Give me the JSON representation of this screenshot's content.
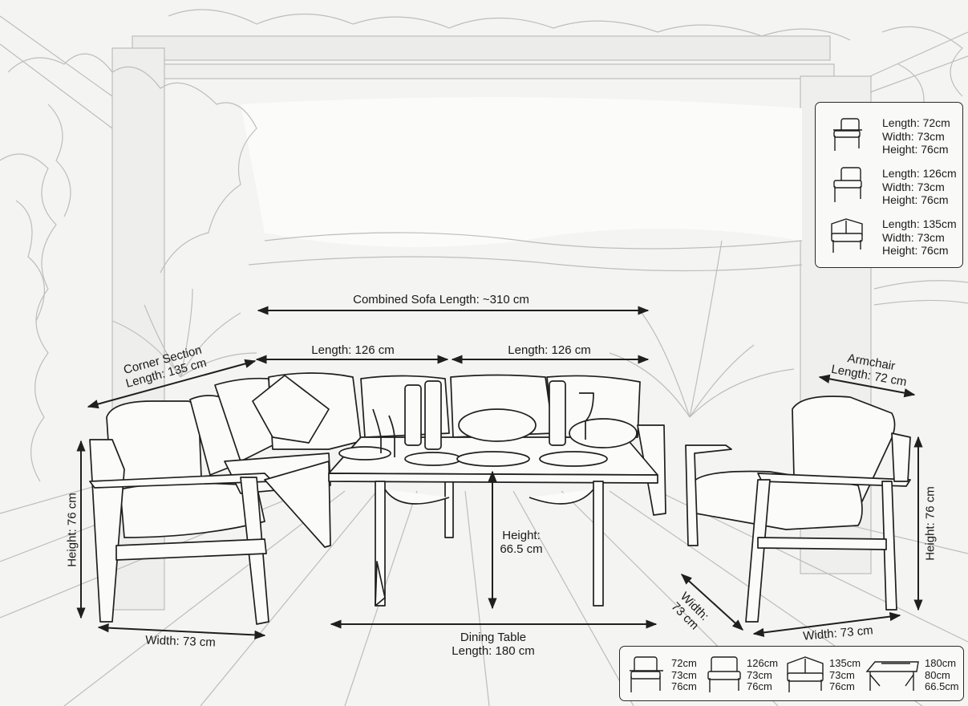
{
  "dimensions": {
    "combined_sofa": "Combined Sofa Length: ~310 cm",
    "sofa_left_length": "Length: 126 cm",
    "sofa_right_length": "Length: 126 cm",
    "corner_section": [
      "Corner Section",
      "Length: 135 cm"
    ],
    "armchair": [
      "Armchair",
      "Length: 72 cm"
    ],
    "left_height": "Height: 76 cm",
    "left_width": "Width: 73 cm",
    "table_height": [
      "Height:",
      "66.5 cm"
    ],
    "dining_table": [
      "Dining Table",
      "Length: 180 cm"
    ],
    "armchair_depth": [
      "Width:",
      "73 cm"
    ],
    "armchair_width": "Width: 73 cm",
    "armchair_height": "Height: 76 cm"
  },
  "spec_panel": [
    {
      "icon": "armchair-icon",
      "lines": [
        "Length: 72cm",
        "Width: 73cm",
        "Height: 76cm"
      ]
    },
    {
      "icon": "sofa-section-icon",
      "lines": [
        "Length: 126cm",
        "Width: 73cm",
        "Height: 76cm"
      ]
    },
    {
      "icon": "corner-section-icon",
      "lines": [
        "Length: 135cm",
        "Width: 73cm",
        "Height: 76cm"
      ]
    }
  ],
  "bottom_panel": [
    {
      "icon": "armchair-icon",
      "lines": [
        "72cm",
        "73cm",
        "76cm"
      ]
    },
    {
      "icon": "sofa-section-icon",
      "lines": [
        "126cm",
        "73cm",
        "76cm"
      ]
    },
    {
      "icon": "corner-section-icon",
      "lines": [
        "135cm",
        "73cm",
        "76cm"
      ]
    },
    {
      "icon": "dining-table-icon",
      "lines": [
        "180cm",
        "80cm",
        "66.5cm"
      ]
    }
  ],
  "colors": {
    "line": "#1f1f1f",
    "sketch": "#b9b9b9",
    "background": "#f4f4f3",
    "panel": "#f9f9f8"
  }
}
